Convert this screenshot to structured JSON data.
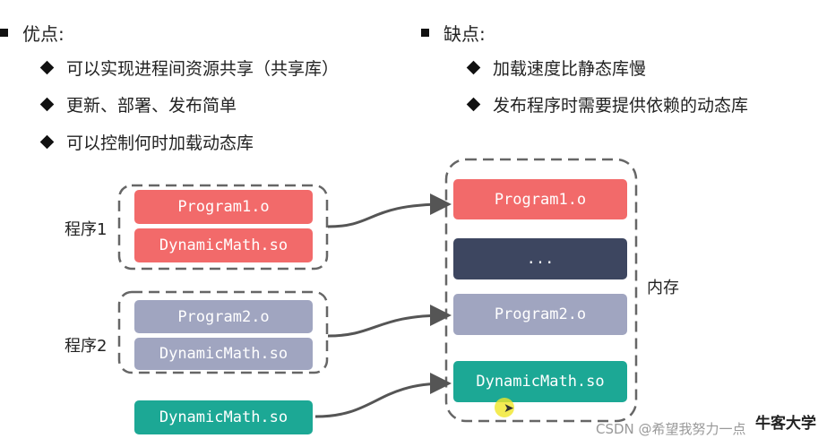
{
  "pros": {
    "title": "优点:",
    "items": [
      "可以实现进程间资源共享（共享库）",
      "更新、部署、发布简单",
      "可以控制何时加载动态库"
    ]
  },
  "cons": {
    "title": "缺点:",
    "items": [
      "加载速度比静态库慢",
      "发布程序时需要提供依赖的动态库"
    ]
  },
  "diagram": {
    "program1": {
      "label": "程序1",
      "blocks": [
        "Program1.o",
        "DynamicMath.so"
      ]
    },
    "program2": {
      "label": "程序2",
      "blocks": [
        "Program2.o",
        "DynamicMath.so"
      ]
    },
    "shared_lib": "DynamicMath.so",
    "memory": {
      "label": "内存",
      "blocks": [
        "Program1.o",
        "...",
        "Program2.o",
        "DynamicMath.so"
      ]
    }
  },
  "colors": {
    "red": "#f26a6a",
    "gray": "#a0a5c0",
    "dark": "#3d4660",
    "teal": "#1ca895"
  },
  "watermark": "CSDN @希望我努力一点",
  "logo": "牛客大学"
}
